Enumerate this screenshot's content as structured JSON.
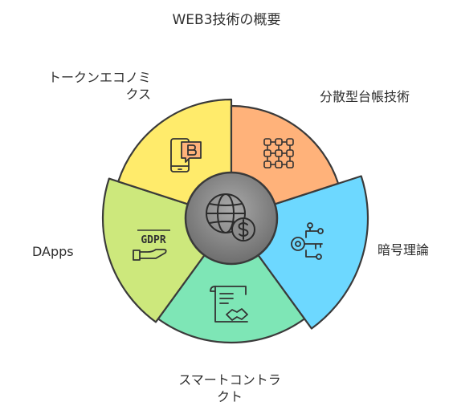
{
  "title": "WEB3技術の概要",
  "center": {
    "icon": "globe-dollar-icon"
  },
  "segments": [
    {
      "key": "token",
      "label_lines": [
        "トークンエコノミ",
        "クス"
      ],
      "color": "#FFB27A",
      "icon": "smartphone-bitcoin-icon"
    },
    {
      "key": "dlt",
      "label_lines": [
        "分散型台帳技術"
      ],
      "color": "#6DD8FF",
      "icon": "blockchain-grid-icon"
    },
    {
      "key": "crypto",
      "label_lines": [
        "暗号理論"
      ],
      "color": "#7EE6B6",
      "icon": "circuit-key-icon"
    },
    {
      "key": "smart",
      "label_lines": [
        "スマートコントラ",
        "クト"
      ],
      "color": "#CDE87C",
      "icon": "contract-handshake-icon"
    },
    {
      "key": "dapps",
      "label_lines": [
        "DApps"
      ],
      "color": "#FFEB6B",
      "icon": "gdpr-hand-icon"
    }
  ],
  "icons": {
    "gdpr_text": "GDPR"
  }
}
